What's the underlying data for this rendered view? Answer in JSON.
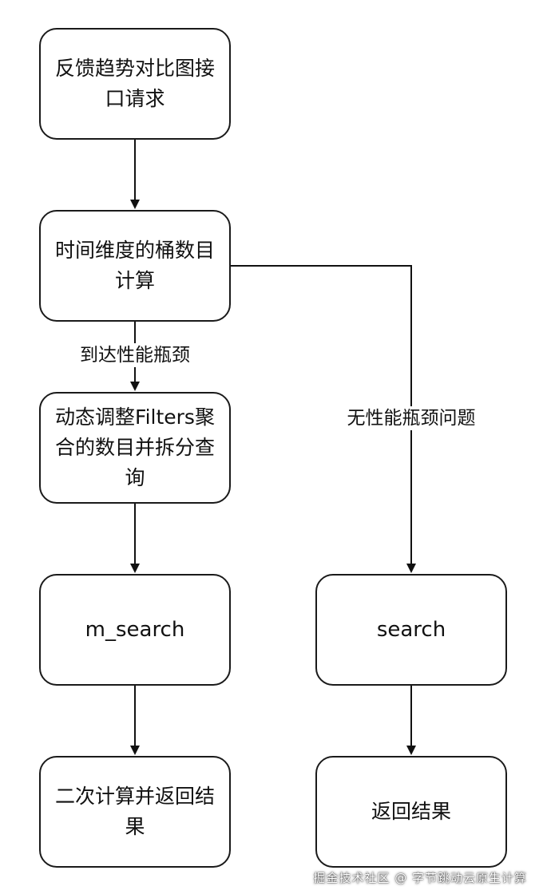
{
  "nodes": {
    "feedback_request": "反馈趋势对比图接口请求",
    "bucket_calc": "时间维度的桶数目计算",
    "adjust_filters": "动态调整Filters聚合的数目并拆分查询",
    "m_search": "m_search",
    "search": "search",
    "recompute_return": "二次计算并返回结果",
    "return_result": "返回结果"
  },
  "edge_labels": {
    "bottleneck": "到达性能瓶颈",
    "no_bottleneck": "无性能瓶颈问题"
  },
  "watermark": "掘金技术社区 @ 字节跳动云原生计算"
}
